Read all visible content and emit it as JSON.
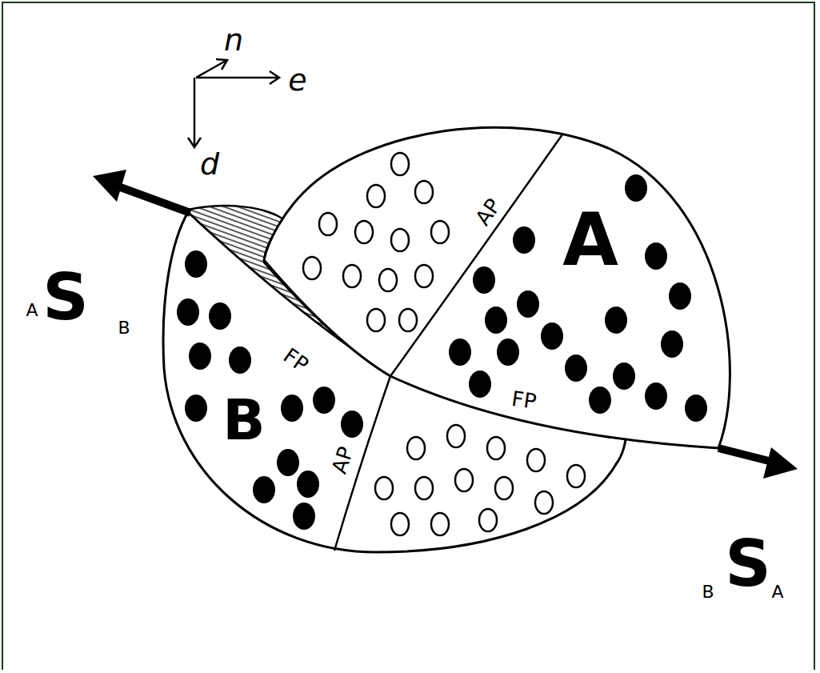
{
  "diagram": {
    "labels": [
      "n",
      "e",
      "d",
      "A",
      "S",
      "B",
      "AP",
      "A",
      "FP",
      "B",
      "AP",
      "FP",
      "B",
      "S",
      "A"
    ]
  }
}
